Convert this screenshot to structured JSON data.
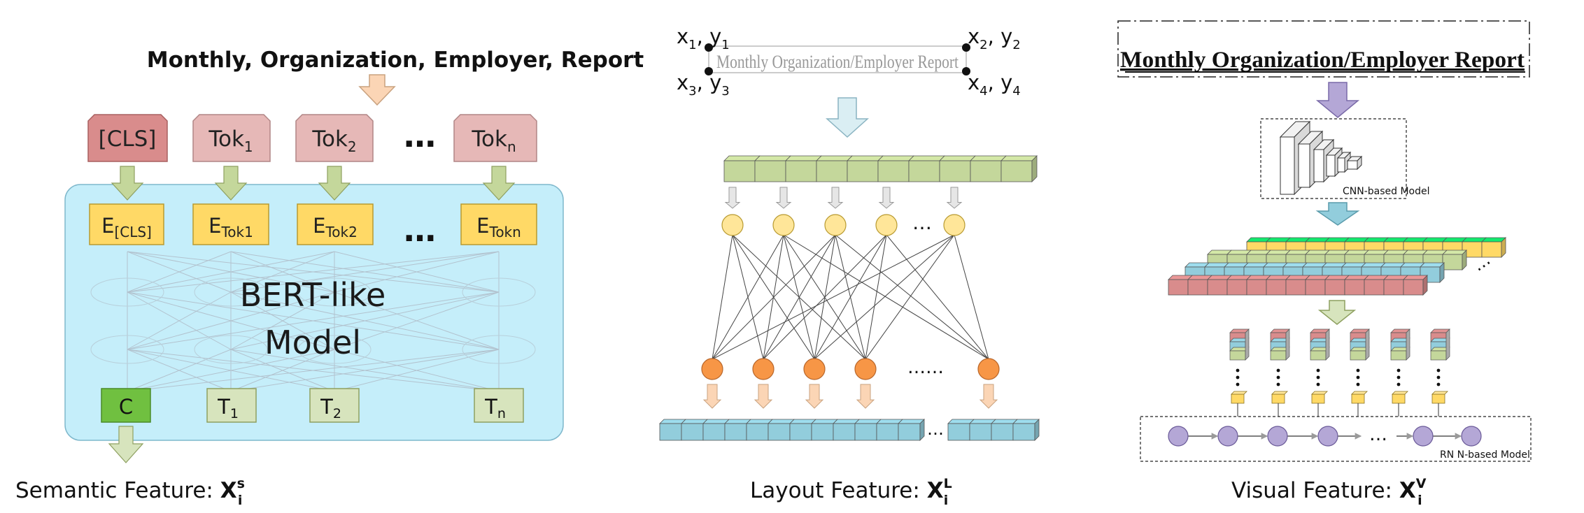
{
  "semantic": {
    "input_text": "Monthly, Organization, Employer, Report",
    "tokens": [
      {
        "base": "[CLS]",
        "sub": ""
      },
      {
        "base": "Tok",
        "sub": "1"
      },
      {
        "base": "Tok",
        "sub": "2"
      },
      {
        "base": "Tok",
        "sub": "n"
      }
    ],
    "embeddings": [
      {
        "base": "E",
        "sub": "[CLS]"
      },
      {
        "base": "E",
        "sub": "Tok1"
      },
      {
        "base": "E",
        "sub": "Tok2"
      },
      {
        "base": "E",
        "sub": "Tokn"
      }
    ],
    "ellipsis": "…",
    "model_line1": "BERT-like",
    "model_line2": "Model",
    "outputs": [
      {
        "base": "C",
        "sub": ""
      },
      {
        "base": "T",
        "sub": "1"
      },
      {
        "base": "T",
        "sub": "2"
      },
      {
        "base": "T",
        "sub": "n"
      }
    ],
    "caption": "Semantic Feature: ",
    "caption_symbol": "X",
    "caption_sup": "s",
    "caption_sub": "i"
  },
  "layout": {
    "doc_text": "Monthly Organization/Employer Report",
    "coords": [
      {
        "a": "x",
        "as": "1",
        "b": "y",
        "bs": "1"
      },
      {
        "a": "x",
        "as": "2",
        "b": "y",
        "bs": "2"
      },
      {
        "a": "x",
        "as": "3",
        "b": "y",
        "bs": "3"
      },
      {
        "a": "x",
        "as": "4",
        "b": "y",
        "bs": "4"
      }
    ],
    "dots_small": "…",
    "dots_long": "……",
    "caption": "Layout Feature: ",
    "caption_symbol": "X",
    "caption_sup": "L",
    "caption_sub": "i"
  },
  "visual": {
    "doc_text": "Monthly Organization/Employer Report",
    "cnn_label": "CNN-based Model",
    "rnn_label": "RN N-based Model",
    "dots": "…",
    "caption": "Visual Feature: ",
    "caption_symbol": "X",
    "caption_sup": "V",
    "caption_sub": "i"
  },
  "colors": {
    "cls_token": "#d98c8c",
    "token": "#e6b8b7",
    "embedding": "#ffd966",
    "model_bg": "#c5eefa",
    "c_output": "#70c040",
    "t_output": "#d7e4bd",
    "green_cell": "#c4d79b",
    "yellow_node": "#ffe699",
    "orange_node": "#f79646",
    "blue_cell": "#92cddc",
    "red_cell": "#d98c8c",
    "purple_node": "#b4a7d6"
  }
}
